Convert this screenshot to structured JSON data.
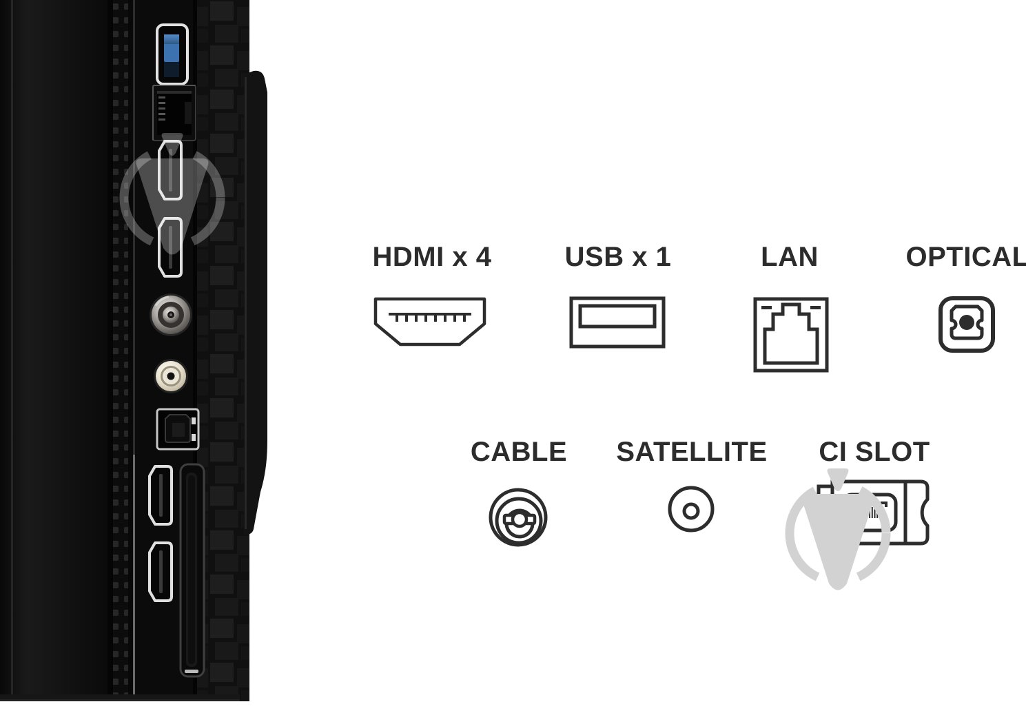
{
  "diagram": {
    "row1": [
      {
        "name": "hdmi",
        "label": "HDMI x 4"
      },
      {
        "name": "usb",
        "label": "USB x 1"
      },
      {
        "name": "lan",
        "label": "LAN"
      },
      {
        "name": "optical",
        "label": "OPTICAL"
      }
    ],
    "row2": [
      {
        "name": "cable",
        "label": "CABLE"
      },
      {
        "name": "satellite",
        "label": "SATELLITE"
      },
      {
        "name": "ci-slot",
        "label": "CI SLOT"
      }
    ]
  },
  "colors": {
    "background": "#ffffff",
    "icon_outline": "#2d2d2d",
    "label_text": "#2c2c2c",
    "usb_blue": "#3c72b0",
    "watermark_on_white": "#d2d2d2",
    "watermark_on_photo": "rgba(255,255,255,0.27)",
    "tv_body": "#0e0e0e"
  },
  "watermark": {
    "icon": "v-drop-circle-logo",
    "count": 2
  }
}
